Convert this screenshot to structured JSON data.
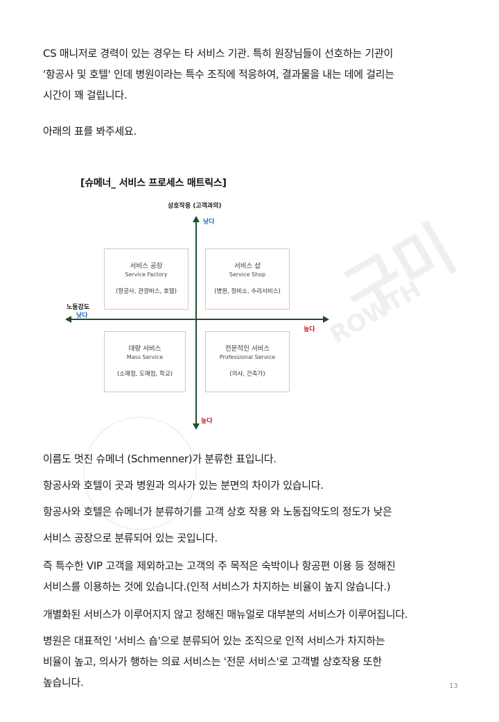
{
  "intro": {
    "lines": [
      "CS 매니저로 경력이 있는 경우는 타 서비스 기관. 특히 원장님들이 선호하는 기관이",
      "'항공사 및 호텔' 인데 병원이라는 특수 조직에 적응하여, 결과물을 내는 데에 걸리는",
      "시간이 꽤 걸립니다."
    ]
  },
  "see_table": "아래의 표를 봐주세요.",
  "figure": {
    "title": "[슈메너_ 서비스 프로세스 매트릭스]",
    "y_axis_label": "상호작용 (고객과의)",
    "y_low": "낮다",
    "y_high": "높다",
    "x_axis_label": "노동강도",
    "x_low": "낮다",
    "x_high": "높다",
    "axis_color": "#1e4d2b",
    "low_color": "#1f6fb0",
    "high_color": "#cc1f1f",
    "quadrants": [
      {
        "ko": "서비스 공장",
        "en": "Service Factory",
        "examples": "(항공사, 관광버스, 호텔)"
      },
      {
        "ko": "서비스 샵",
        "en": "Service Shop",
        "examples": "(병원, 정비소, 수리서비스)"
      },
      {
        "ko": "대량 서비스",
        "en": "Mass Service",
        "examples": "(소매점, 도매점, 학교)"
      },
      {
        "ko": "전문적인 서비스",
        "en": "Professional Service",
        "examples": "(의사, 건축가)"
      }
    ],
    "watermark": {
      "big": "구미",
      "small": "ROWTH"
    }
  },
  "body": {
    "p1": "이름도 멋진 슈메너 (Schmenner)가 분류한 표입니다.",
    "p2": "항공사와 호텔이 곳과 병원과 의사가 있는 분면의 차이가 있습니다.",
    "p3": "항공사와 호텔은 슈메너가 분류하기를 고객 상호 작용 와 노동집약도의 정도가 낮은",
    "p4": "서비스 공장으로 분류되어 있는 곳입니다.",
    "p5_lines": [
      "즉 특수한 VIP 고객을 제외하고는 고객의 주 목적은 숙박이나 항공편 이용 등 정해진",
      "서비스를 이용하는 것에 있습니다.(인적 서비스가 차지하는 비율이 높지 않습니다.)"
    ],
    "p6": "개별화된 서비스가 이루어지지 않고 정해진 매뉴얼로 대부분의 서비스가 이루어집니다.",
    "p7_lines": [
      "병원은 대표적인 '서비스 숍'으로 분류되어 있는 조직으로 인적 서비스가 차지하는",
      "비율이 높고, 의사가 행하는 의료 서비스는 '전문 서비스'로 고객별 상호작용 또한",
      "높습니다."
    ]
  },
  "page_number": "13"
}
